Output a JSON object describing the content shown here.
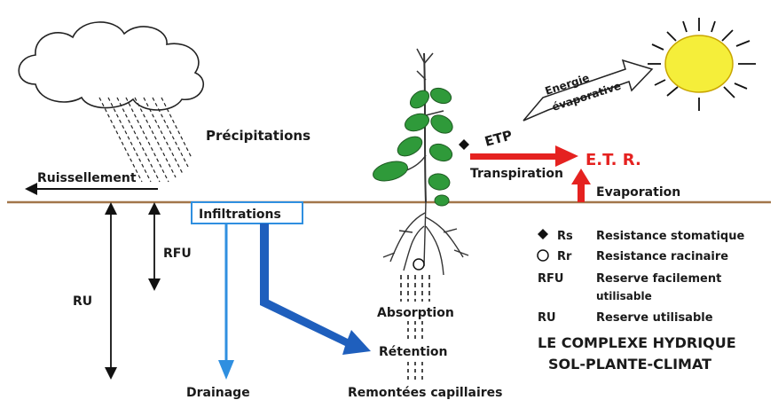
{
  "labels": {
    "precipitations": "Précipitations",
    "ruissellement": "Ruissellement",
    "infiltrations": "Infiltrations",
    "rfu": "RFU",
    "ru": "RU",
    "drainage": "Drainage",
    "absorption": "Absorption",
    "retention": "Rétention",
    "remontees": "Remontées capillaires",
    "etp": "ETP",
    "transpiration": "Transpiration",
    "etr": "E.T. R.",
    "evaporation": "Evaporation",
    "energie_line1": "Energie",
    "energie_line2": "évaporative"
  },
  "legend": {
    "rs_symbol": "Rs",
    "rs_text": "Resistance stomatique",
    "rr_symbol": "Rr",
    "rr_text": "Resistance racinaire",
    "rfu_symbol": "RFU",
    "rfu_text_1": "Reserve facilement",
    "rfu_text_2": "utilisable",
    "ru_symbol": "RU",
    "ru_text": "Reserve utilisable"
  },
  "title": {
    "line1": "LE COMPLEXE HYDRIQUE",
    "line2": "SOL-PLANTE-CLIMAT"
  },
  "colors": {
    "ground": "#a2764a",
    "blue_light": "#2f8fe0",
    "blue_dark": "#1f5fbd",
    "red": "#e52220",
    "leaf": "#2f9a3a",
    "sun": "#f5ee3a"
  }
}
